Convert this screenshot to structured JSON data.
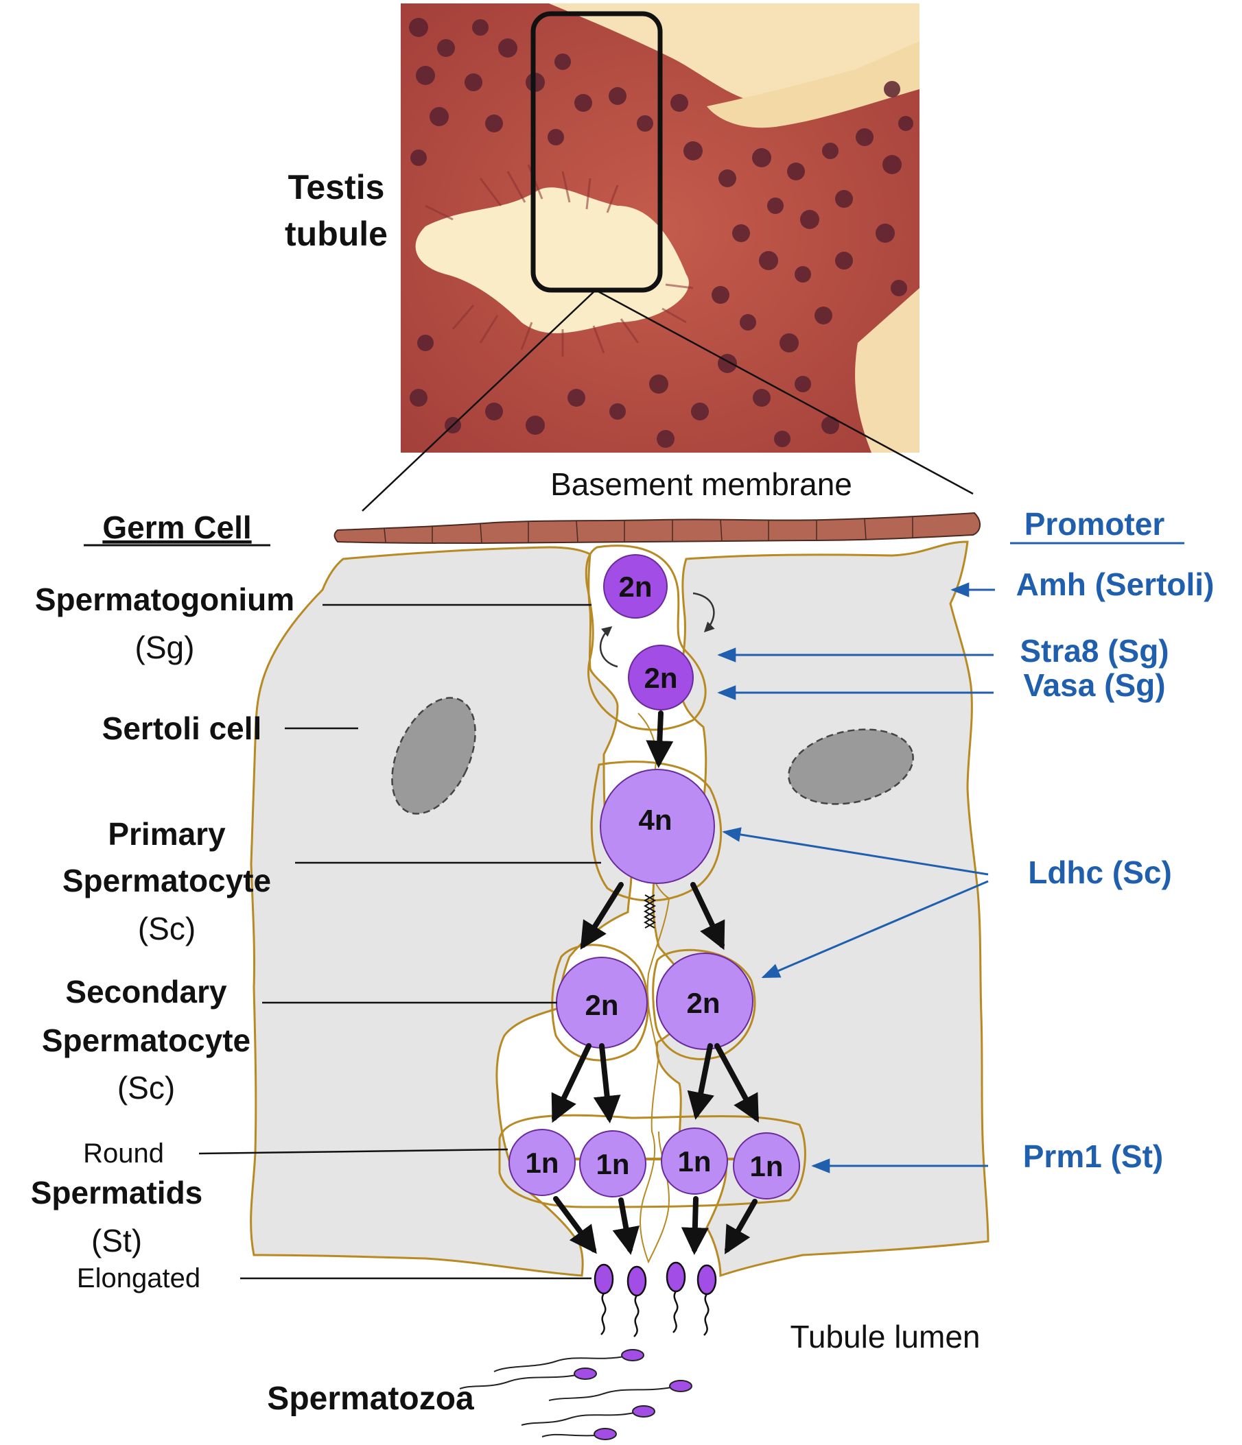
{
  "colors": {
    "promoter": "#1f5fae",
    "sertoli_fill": "#e5e5e5",
    "sertoli_outline": "#b88a24",
    "germ_cell_dark": "#a24ee6",
    "germ_cell_light": "#bb8cf3",
    "nucleus": "#9a9a9a",
    "basement_membrane": "#b46655",
    "tissue_base": "#b24a3e"
  },
  "micrograph": {
    "label_line1": "Testis",
    "label_line2": "tubule"
  },
  "labels": {
    "basement_membrane": "Basement membrane",
    "tubule_lumen": "Tubule lumen",
    "spermatozoa": "Spermatozoa"
  },
  "germ_cell": {
    "header": "Germ Cell",
    "stages": {
      "spermatogonium": {
        "name": "Spermatogonium",
        "abbr": "(Sg)"
      },
      "sertoli": {
        "name": "Sertoli cell"
      },
      "primary": {
        "line1": "Primary",
        "line2": "Spermatocyte",
        "abbr": "(Sc)"
      },
      "secondary": {
        "line1": "Secondary",
        "line2": "Spermatocyte",
        "abbr": "(Sc)"
      },
      "spermatids": {
        "round": "Round",
        "name": "Spermatids",
        "abbr": "(St)",
        "elongated": "Elongated"
      }
    }
  },
  "promoter": {
    "header": "Promoter",
    "items": {
      "amh": "Amh (Sertoli)",
      "stra8": "Stra8 (Sg)",
      "vasa": "Vasa  (Sg)",
      "ldhc": "Ldhc (Sc)",
      "prm1": "Prm1 (St)"
    }
  },
  "ploidy": {
    "sg1": "2n",
    "sg2": "2n",
    "primary": "4n",
    "secondary_left": "2n",
    "secondary_right": "2n",
    "spermatid_1": "1n",
    "spermatid_2": "1n",
    "spermatid_3": "1n",
    "spermatid_4": "1n"
  }
}
